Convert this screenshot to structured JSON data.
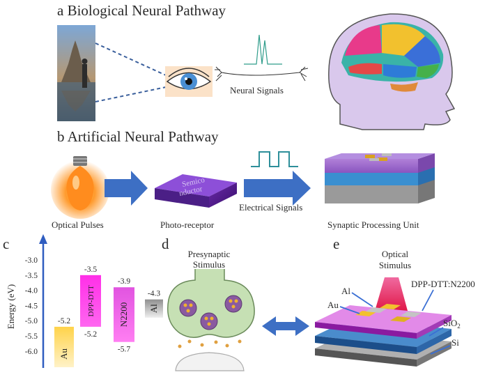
{
  "panel_a": {
    "title": "a  Biological Neural Pathway",
    "neural_signals_label": "Neural Signals"
  },
  "panel_b": {
    "title": "b  Artificial Neural Pathway",
    "optical_pulses_label": "Optical Pulses",
    "photoreceptor_label": "Photo-receptor",
    "semiconductor_text_line1": "Semico",
    "semiconductor_text_line2": "nductor",
    "electrical_signals_label": "Electrical Signals",
    "synaptic_unit_label": "Synaptic Processing Unit"
  },
  "panel_c": {
    "letter": "c",
    "axis_label": "Energy (eV)",
    "ticks": [
      "-3.0",
      "-3.5",
      "-4.0",
      "-4.5",
      "-5.0",
      "-5.5",
      "-6.0"
    ],
    "materials": [
      {
        "name": "Au",
        "top": -5.2,
        "bottom": null,
        "top_label": "-5.2",
        "bottom_label": ""
      },
      {
        "name": "DPP-DTT",
        "top": -3.5,
        "bottom": -5.2,
        "top_label": "-3.5",
        "bottom_label": "-5.2"
      },
      {
        "name": "N2200",
        "top": -3.9,
        "bottom": -5.7,
        "top_label": "-3.9",
        "bottom_label": "-5.7"
      },
      {
        "name": "Al",
        "top": -4.3,
        "bottom": null,
        "top_label": "-4.3",
        "bottom_label": ""
      }
    ],
    "colors": {
      "Au": "#f3c33a",
      "DPP-DTT": "#e838e0",
      "N2200": "#d84ad8",
      "Al": "#9a9a9a"
    }
  },
  "panel_d": {
    "letter": "d",
    "stimulus_label_line1": "Presynaptic",
    "stimulus_label_line2": "Stimulus"
  },
  "panel_e": {
    "letter": "e",
    "optical_label_line1": "Optical",
    "optical_label_line2": "Stimulus",
    "layer_active": "DPP-DTT:N2200",
    "layer_oxide": "SiO",
    "layer_oxide_sub": "2",
    "layer_substrate": "Si",
    "electrode_al": "Al",
    "electrode_au": "Au"
  }
}
